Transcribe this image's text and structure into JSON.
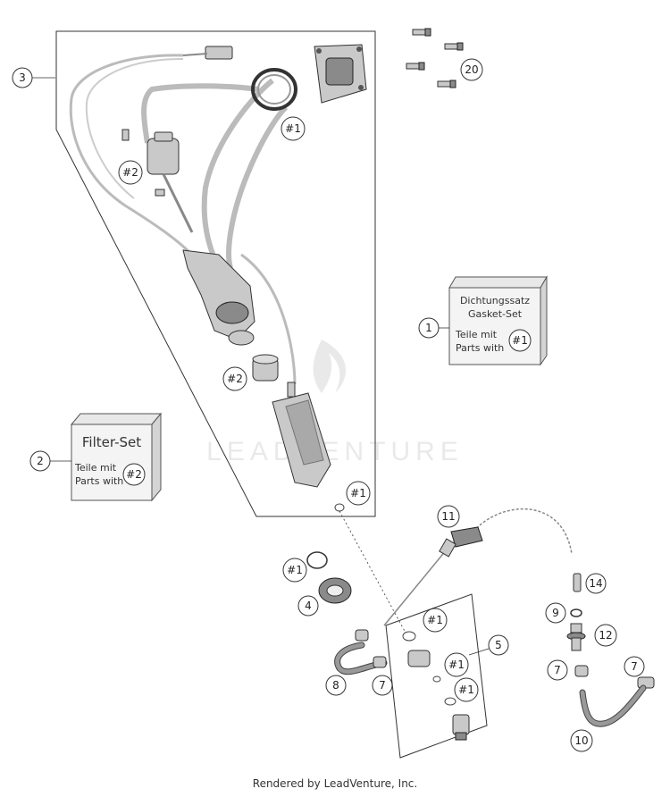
{
  "callouts": {
    "c3": "3",
    "c20": "20",
    "c1_pump_flange": "#1",
    "c2_filter_top": "#2",
    "c2_filter_mid": "#2",
    "c1_kit": "1",
    "c2_kit": "2",
    "c1_tube": "#1",
    "c11": "11",
    "c1_ring": "#1",
    "c4": "4",
    "c14": "14",
    "c9": "9",
    "c12": "12",
    "c5": "5",
    "c1_block_a": "#1",
    "c1_block_b": "#1",
    "c1_block_c": "#1",
    "c8": "8",
    "c7_left": "7",
    "c7_mid": "7",
    "c7_right": "7",
    "c10": "10"
  },
  "gasket_kit": {
    "line1": "Dichtungssatz",
    "line2": "Gasket-Set",
    "line3": "Teile mit",
    "line4": "Parts with",
    "ref": "#1"
  },
  "filter_kit": {
    "title": "Filter-Set",
    "line1": "Teile mit",
    "line2": "Parts with",
    "ref": "#2"
  },
  "watermark": "LEADVENTURE",
  "footer": "Rendered by LeadVenture, Inc."
}
